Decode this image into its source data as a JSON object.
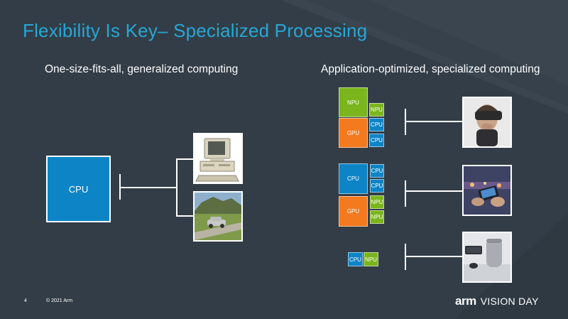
{
  "slide": {
    "title": "Flexibility Is Key– Specialized Processing",
    "left_subtitle": "One-size-fits-all, generalized computing",
    "right_subtitle": "Application-optimized, specialized computing",
    "colors": {
      "background": "#333d47",
      "title": "#27a7d4",
      "cpu": "#0d84c5",
      "gpu": "#f47a20",
      "npu": "#7ab51d"
    }
  },
  "left": {
    "cpu_label": "CPU",
    "images": [
      "desktop-computer-photo",
      "car-on-road-photo"
    ]
  },
  "right": {
    "group1": {
      "npu_large": "NPU",
      "gpu": "GPU",
      "npu_small": "NPU",
      "cpu_a": "CPU",
      "cpu_b": "CPU",
      "image": "vr-headset-user-photo"
    },
    "group2": {
      "cpu_large": "CPU",
      "gpu": "GPU",
      "cpu_a": "CPU",
      "cpu_b": "CPU",
      "npu_a": "NPU",
      "npu_b": "NPU",
      "image": "smartphone-city-photo"
    },
    "group3": {
      "cpu": "CPU",
      "npu": "NPU",
      "image": "smart-speaker-photo"
    }
  },
  "footer": {
    "page_number": "4",
    "copyright": "© 2021 Arm",
    "logo_brand": "arm",
    "logo_tagline": "VISION DAY"
  }
}
